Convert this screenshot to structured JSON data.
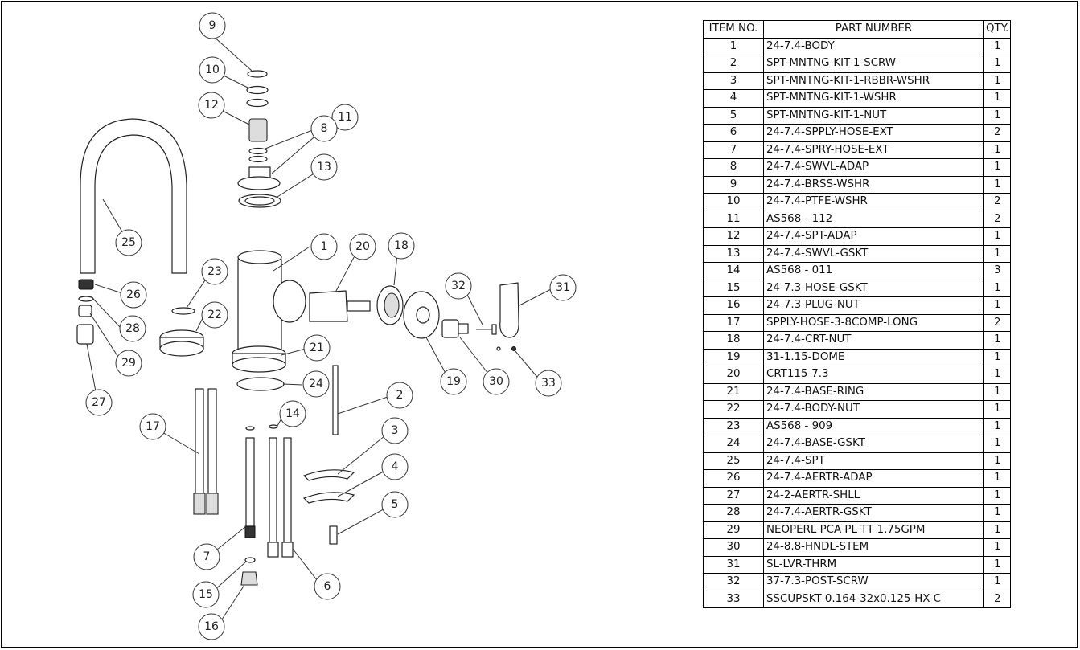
{
  "bom": {
    "headers": {
      "item": "ITEM NO.",
      "part": "PART NUMBER",
      "qty": "QTY."
    },
    "rows": [
      {
        "item": "1",
        "part": "24-7.4-BODY",
        "qty": "1"
      },
      {
        "item": "2",
        "part": "SPT-MNTNG-KIT-1-SCRW",
        "qty": "1"
      },
      {
        "item": "3",
        "part": "SPT-MNTNG-KIT-1-RBBR-WSHR",
        "qty": "1"
      },
      {
        "item": "4",
        "part": "SPT-MNTNG-KIT-1-WSHR",
        "qty": "1"
      },
      {
        "item": "5",
        "part": "SPT-MNTNG-KIT-1-NUT",
        "qty": "1"
      },
      {
        "item": "6",
        "part": "24-7.4-SPPLY-HOSE-EXT",
        "qty": "2"
      },
      {
        "item": "7",
        "part": "24-7.4-SPRY-HOSE-EXT",
        "qty": "1"
      },
      {
        "item": "8",
        "part": "24-7.4-SWVL-ADAP",
        "qty": "1"
      },
      {
        "item": "9",
        "part": "24-7.4-BRSS-WSHR",
        "qty": "1"
      },
      {
        "item": "10",
        "part": "24-7.4-PTFE-WSHR",
        "qty": "2"
      },
      {
        "item": "11",
        "part": "AS568 - 112",
        "qty": "2"
      },
      {
        "item": "12",
        "part": "24-7.4-SPT-ADAP",
        "qty": "1"
      },
      {
        "item": "13",
        "part": "24-7.4-SWVL-GSKT",
        "qty": "1"
      },
      {
        "item": "14",
        "part": "AS568 - 011",
        "qty": "3"
      },
      {
        "item": "15",
        "part": "24-7.3-HOSE-GSKT",
        "qty": "1"
      },
      {
        "item": "16",
        "part": "24-7.3-PLUG-NUT",
        "qty": "1"
      },
      {
        "item": "17",
        "part": "SPPLY-HOSE-3-8COMP-LONG",
        "qty": "2"
      },
      {
        "item": "18",
        "part": "24-7.4-CRT-NUT",
        "qty": "1"
      },
      {
        "item": "19",
        "part": "31-1.15-DOME",
        "qty": "1"
      },
      {
        "item": "20",
        "part": "CRT115-7.3",
        "qty": "1"
      },
      {
        "item": "21",
        "part": "24-7.4-BASE-RING",
        "qty": "1"
      },
      {
        "item": "22",
        "part": "24-7.4-BODY-NUT",
        "qty": "1"
      },
      {
        "item": "23",
        "part": "AS568 - 909",
        "qty": "1"
      },
      {
        "item": "24",
        "part": "24-7.4-BASE-GSKT",
        "qty": "1"
      },
      {
        "item": "25",
        "part": "24-7.4-SPT",
        "qty": "1"
      },
      {
        "item": "26",
        "part": "24-7.4-AERTR-ADAP",
        "qty": "1"
      },
      {
        "item": "27",
        "part": "24-2-AERTR-SHLL",
        "qty": "1"
      },
      {
        "item": "28",
        "part": "24-7.4-AERTR-GSKT",
        "qty": "1"
      },
      {
        "item": "29",
        "part": "NEOPERL PCA PL TT 1.75GPM",
        "qty": "1"
      },
      {
        "item": "30",
        "part": "24-8.8-HNDL-STEM",
        "qty": "1"
      },
      {
        "item": "31",
        "part": "SL-LVR-THRM",
        "qty": "1"
      },
      {
        "item": "32",
        "part": "37-7.3-POST-SCRW",
        "qty": "1"
      },
      {
        "item": "33",
        "part": "SSCUPSKT 0.164-32x0.125-HX-C",
        "qty": "2"
      }
    ]
  },
  "balloons": [
    {
      "label": "9"
    },
    {
      "label": "10"
    },
    {
      "label": "11"
    },
    {
      "label": "12"
    },
    {
      "label": "8"
    },
    {
      "label": "13"
    },
    {
      "label": "25"
    },
    {
      "label": "1"
    },
    {
      "label": "20"
    },
    {
      "label": "18"
    },
    {
      "label": "32"
    },
    {
      "label": "31"
    },
    {
      "label": "23"
    },
    {
      "label": "26"
    },
    {
      "label": "22"
    },
    {
      "label": "28"
    },
    {
      "label": "29"
    },
    {
      "label": "21"
    },
    {
      "label": "19"
    },
    {
      "label": "30"
    },
    {
      "label": "33"
    },
    {
      "label": "24"
    },
    {
      "label": "2"
    },
    {
      "label": "27"
    },
    {
      "label": "17"
    },
    {
      "label": "14"
    },
    {
      "label": "3"
    },
    {
      "label": "4"
    },
    {
      "label": "5"
    },
    {
      "label": "7"
    },
    {
      "label": "6"
    },
    {
      "label": "15"
    },
    {
      "label": "16"
    }
  ]
}
